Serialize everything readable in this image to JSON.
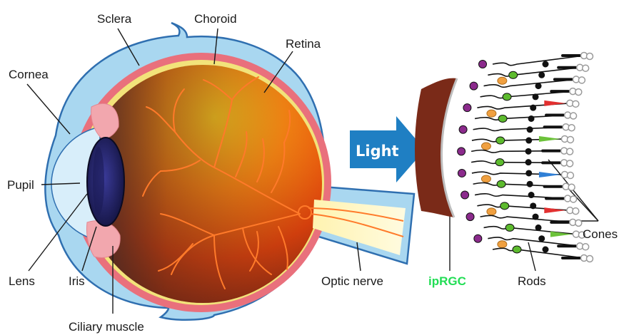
{
  "labels": {
    "sclera": "Sclera",
    "choroid": "Choroid",
    "retina": "Retina",
    "cornea": "Cornea",
    "pupil": "Pupil",
    "lens": "Lens",
    "iris": "Iris",
    "ciliary_muscle": "Ciliary muscle",
    "optic_nerve": "Optic nerve",
    "iprgc": "ipRGC",
    "rods": "Rods",
    "cones": "Cones",
    "light": "Light"
  },
  "colors": {
    "sclera_fill": "#a9d7f0",
    "sclera_stroke": "#2f6fb0",
    "choroid": "#e9707c",
    "retina_line": "#f2e37a",
    "iris": "#f2a7ae",
    "lens": "#1f1f5f",
    "vessels": "#ff7a2a",
    "light_arrow": "#1f7fc3",
    "iprgc_label": "#22dd55",
    "rpe": "#7a2a18",
    "ganglion": "#8b2a8c",
    "bipolar": "#5dbb2e",
    "amacrine": "#f0a040",
    "cone_red": "#e23030",
    "cone_green": "#6cc23a",
    "cone_blue": "#2f7fd6"
  }
}
